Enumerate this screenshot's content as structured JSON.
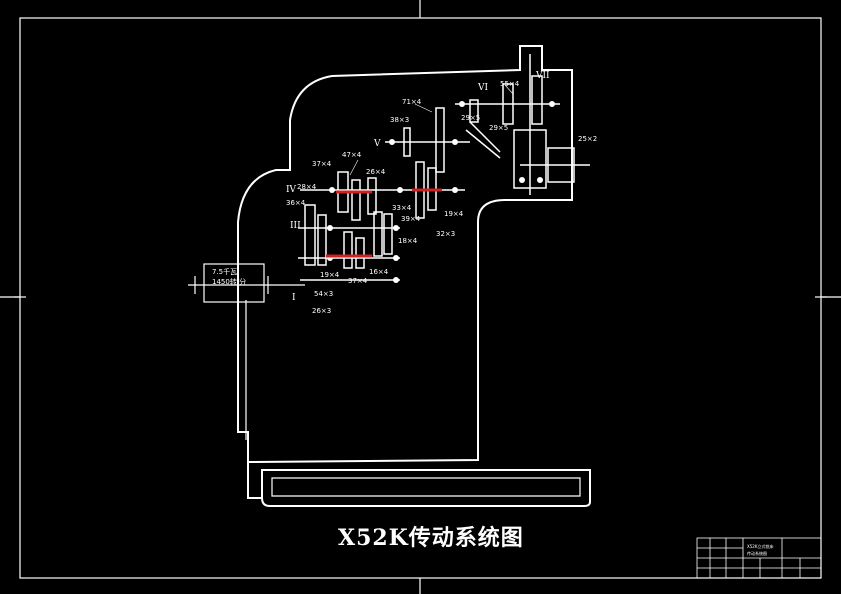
{
  "title": "X52K传动系统图",
  "motor_lines": [
    "7.5千瓦",
    "1450转/分"
  ],
  "shaft_labels": [
    "I",
    "III",
    "IV",
    "V",
    "VI",
    "VII"
  ],
  "gear_labels": [
    "71×4",
    "38×3",
    "29×5",
    "29×5",
    "55×4",
    "25×2",
    "47×4",
    "37×4",
    "26×4",
    "28×4",
    "36×4",
    "33×4",
    "39×4",
    "19×4",
    "32×3",
    "18×4",
    "19×4",
    "37×4",
    "16×4",
    "54×3",
    "26×3"
  ],
  "title_block": [
    "X52K立式铣床",
    "传动系统图"
  ],
  "colors": {
    "line": "#ffffff",
    "highlight": "#cc2222",
    "background": "#000000"
  }
}
